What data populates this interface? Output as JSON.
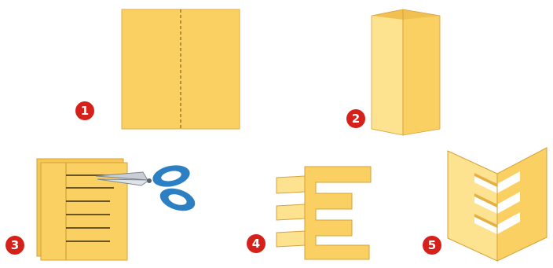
{
  "diagram": {
    "steps": [
      {
        "number": "1",
        "icon": "paper-sheet-with-fold-line-icon"
      },
      {
        "number": "2",
        "icon": "folded-paper-icon"
      },
      {
        "number": "3",
        "icon": "cutting-folded-paper-with-scissors-icon"
      },
      {
        "number": "4",
        "icon": "cut-paper-strips-icon"
      },
      {
        "number": "5",
        "icon": "unfolded-chevron-paper-cutout-icon"
      }
    ]
  },
  "colors": {
    "paper": "#fbd062",
    "paper_light": "#fde28f",
    "paper_dark": "#e6b040",
    "outline": "#d6a23a",
    "badge": "#d6201a",
    "scissor_handle": "#2b7fc2"
  }
}
